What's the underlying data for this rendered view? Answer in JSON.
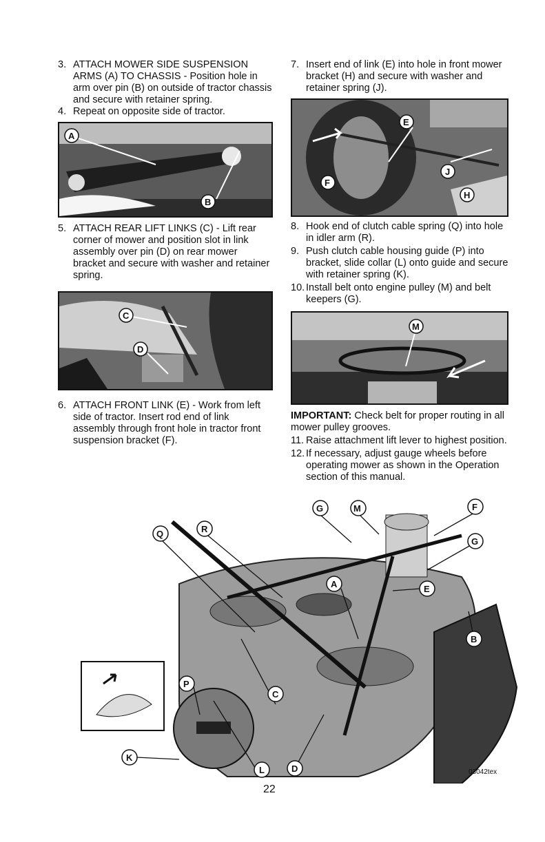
{
  "left": {
    "step3": {
      "num": "3.",
      "text": "ATTACH MOWER SIDE SUSPENSION ARMS (A) TO CHASSIS - Position hole in arm over pin (B) on outside of tractor chassis and secure with retainer spring."
    },
    "step4": {
      "num": "4.",
      "text": "Repeat on opposite side of tractor."
    },
    "step5": {
      "num": "5.",
      "text": "ATTACH REAR LIFT LINKS (C) - Lift rear corner of mower and position slot in link assembly over pin (D) on rear mower bracket and secure with washer and retainer spring."
    },
    "step6": {
      "num": "6.",
      "text": "ATTACH FRONT LINK (E) - Work from left side of tractor. Insert rod end of link assembly through front hole in tractor front suspension bracket (F)."
    }
  },
  "right": {
    "step7": {
      "num": "7.",
      "text": "Insert end of link (E) into hole in front mower bracket (H) and secure with washer and retainer spring (J)."
    },
    "step8": {
      "num": "8.",
      "text": "Hook end of clutch cable spring (Q) into hole in idler arm (R)."
    },
    "step9": {
      "num": "9.",
      "text": "Push clutch cable housing guide (P) into bracket, slide collar (L) onto guide and secure with retainer spring (K)."
    },
    "step10": {
      "num": "10.",
      "text": "Install belt onto engine pulley (M) and belt keepers (G)."
    },
    "important_label": "IMPORTANT:",
    "important_text": "Check belt for proper routing in all mower pulley grooves.",
    "step11": {
      "num": "11.",
      "text": "Raise attachment lift lever to highest position."
    },
    "step12": {
      "num": "12.",
      "text": "If necessary, adjust gauge wheels before operating mower as shown in the Operation section of this manual."
    }
  },
  "callouts": {
    "A": "A",
    "B": "B",
    "C": "C",
    "D": "D",
    "E": "E",
    "F": "F",
    "G": "G",
    "H": "H",
    "J": "J",
    "K": "K",
    "L": "L",
    "M": "M",
    "P": "P",
    "Q": "Q",
    "R": "R"
  },
  "footer": {
    "page_number": "22",
    "figure_code": "03042tex"
  }
}
